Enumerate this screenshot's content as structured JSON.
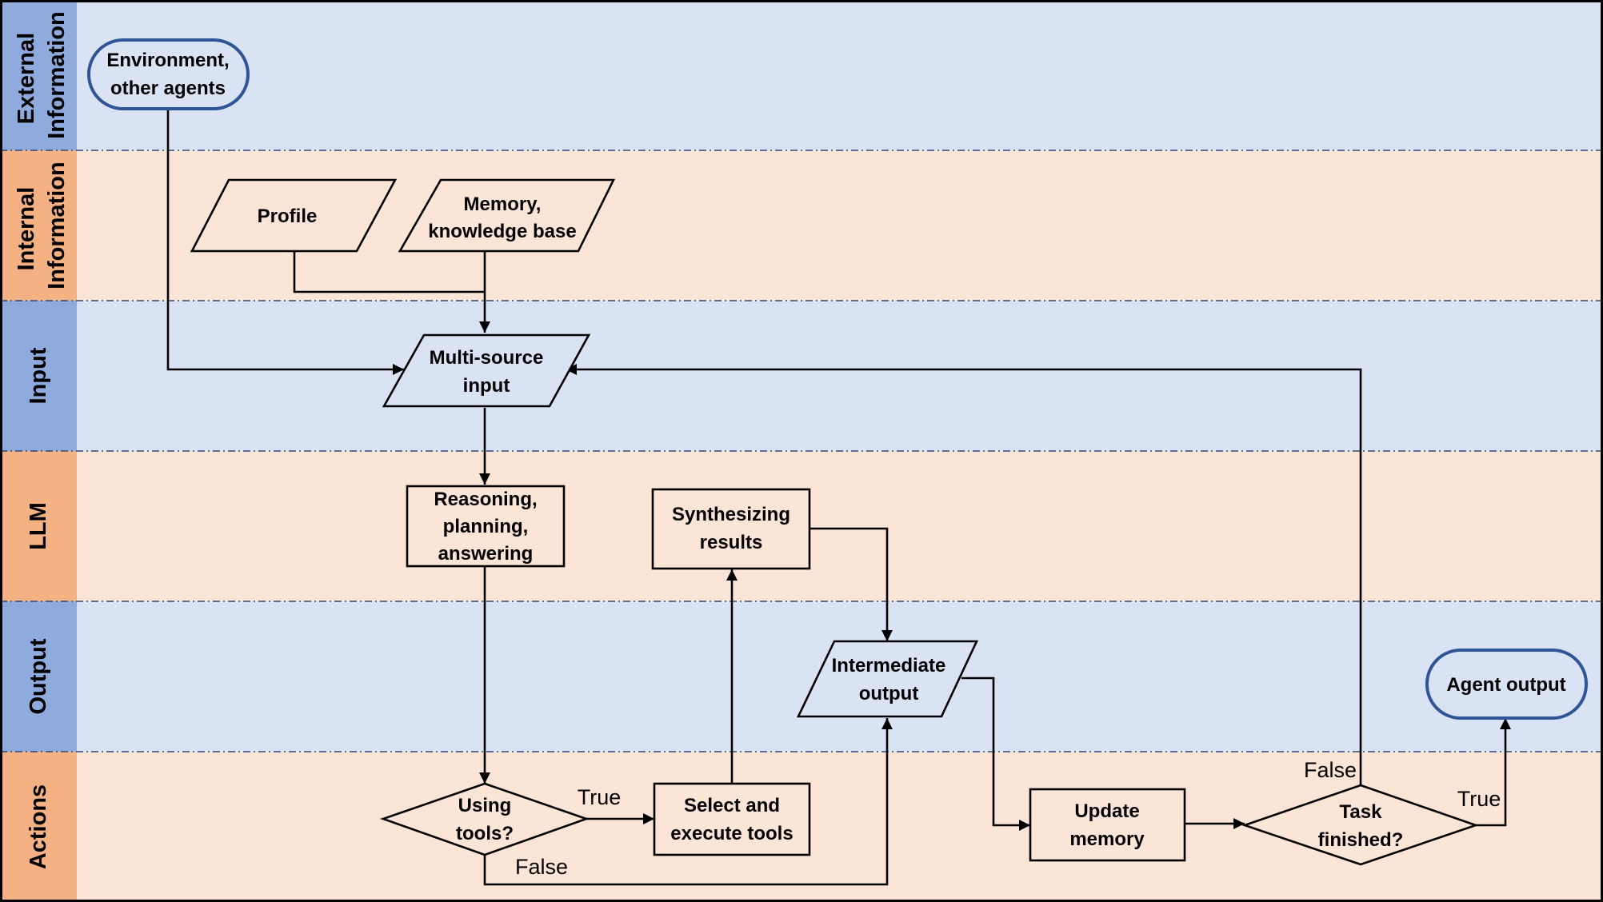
{
  "lanes": [
    {
      "label_lines": [
        "External",
        "Information"
      ]
    },
    {
      "label_lines": [
        "Internal",
        "Information"
      ]
    },
    {
      "label_lines": [
        "Input"
      ]
    },
    {
      "label_lines": [
        "LLM"
      ]
    },
    {
      "label_lines": [
        "Output"
      ]
    },
    {
      "label_lines": [
        "Actions"
      ]
    }
  ],
  "nodes": {
    "environment": {
      "line1": "Environment,",
      "line2": "other agents"
    },
    "profile": {
      "line1": "Profile"
    },
    "memory": {
      "line1": "Memory,",
      "line2": "knowledge base"
    },
    "multi_source_input": {
      "line1": "Multi-source",
      "line2": "input"
    },
    "reasoning": {
      "line1": "Reasoning,",
      "line2": "planning,",
      "line3": "answering"
    },
    "synthesizing": {
      "line1": "Synthesizing",
      "line2": "results"
    },
    "intermediate_output": {
      "line1": "Intermediate",
      "line2": "output"
    },
    "agent_output": {
      "line1": "Agent output"
    },
    "using_tools": {
      "line1": "Using",
      "line2": "tools?"
    },
    "select_tools": {
      "line1": "Select and",
      "line2": "execute tools"
    },
    "update_memory": {
      "line1": "Update",
      "line2": "memory"
    },
    "task_finished": {
      "line1": "Task",
      "line2": "finished?"
    }
  },
  "edge_labels": {
    "using_tools_true": "True",
    "using_tools_false": "False",
    "task_finished_false": "False",
    "task_finished_true": "True"
  },
  "colors": {
    "blue_lane": "#dae3f3",
    "orange_lane": "#fbe5d6",
    "blue_header": "#8faadc",
    "orange_header": "#f4b183",
    "terminator_stroke": "#2f5597"
  }
}
